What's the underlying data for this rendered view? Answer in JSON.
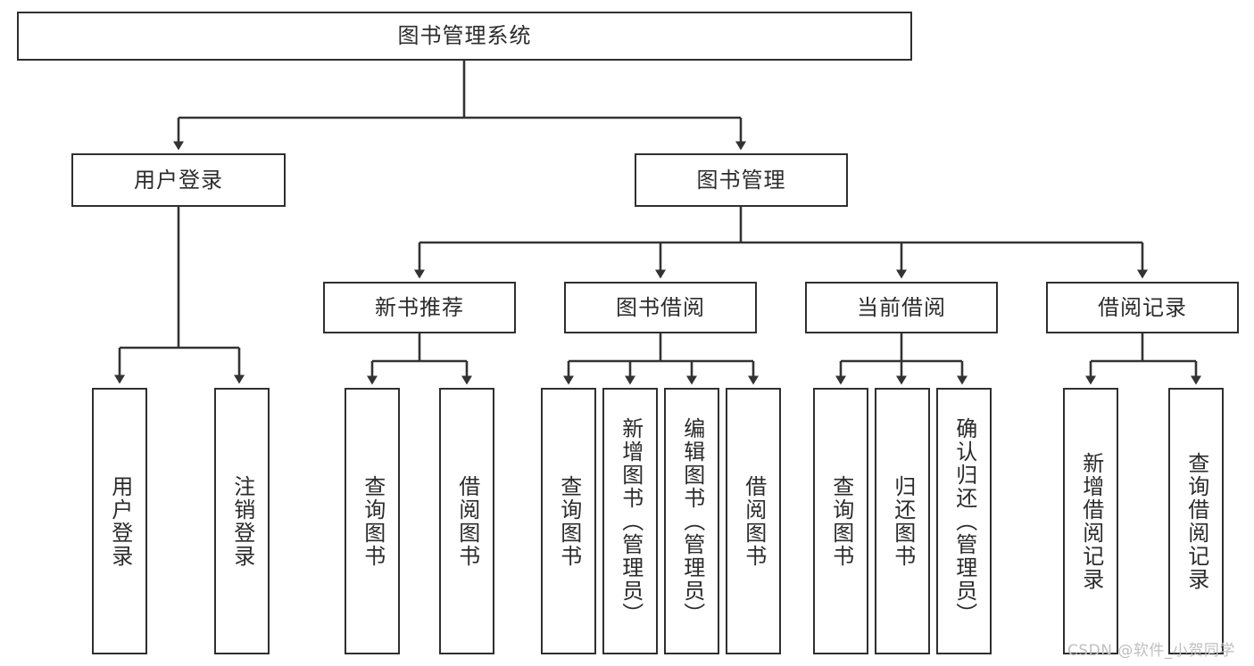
{
  "diagram": {
    "type": "tree",
    "title": "图书管理系统",
    "root": {
      "id": "root",
      "label": "图书管理系统"
    },
    "level2": [
      {
        "id": "user-login",
        "label": "用户登录"
      },
      {
        "id": "book-manage",
        "label": "图书管理"
      }
    ],
    "level3": [
      {
        "id": "new-book-recommend",
        "label": "新书推荐",
        "parent": "book-manage"
      },
      {
        "id": "book-borrow",
        "label": "图书借阅",
        "parent": "book-manage"
      },
      {
        "id": "current-borrow",
        "label": "当前借阅",
        "parent": "book-manage"
      },
      {
        "id": "borrow-record",
        "label": "借阅记录",
        "parent": "book-manage"
      }
    ],
    "leaves": [
      {
        "id": "leaf-user-login",
        "label": "用户登录",
        "parent": "user-login"
      },
      {
        "id": "leaf-logout-login",
        "label": "注销登录",
        "parent": "user-login"
      },
      {
        "id": "leaf-query-book-1",
        "label": "查询图书",
        "parent": "new-book-recommend"
      },
      {
        "id": "leaf-borrow-book-1",
        "label": "借阅图书",
        "parent": "new-book-recommend"
      },
      {
        "id": "leaf-query-book-2",
        "label": "查询图书",
        "parent": "book-borrow"
      },
      {
        "id": "leaf-add-book",
        "label": "新增图书（管理员）",
        "parent": "book-borrow"
      },
      {
        "id": "leaf-edit-book",
        "label": "编辑图书（管理员）",
        "parent": "book-borrow"
      },
      {
        "id": "leaf-borrow-book-2",
        "label": "借阅图书",
        "parent": "book-borrow"
      },
      {
        "id": "leaf-query-book-3",
        "label": "查询图书",
        "parent": "current-borrow"
      },
      {
        "id": "leaf-return-book",
        "label": "归还图书",
        "parent": "current-borrow"
      },
      {
        "id": "leaf-confirm-return",
        "label": "确认归还（管理员）",
        "parent": "current-borrow"
      },
      {
        "id": "leaf-add-record",
        "label": "新增借阅记录",
        "parent": "borrow-record"
      },
      {
        "id": "leaf-query-record",
        "label": "查询借阅记录",
        "parent": "borrow-record"
      }
    ],
    "colors": {
      "node_border": "#2f2f2f",
      "node_fill": "#ffffff",
      "connector": "#333333",
      "text": "#2b2b2b",
      "watermark": "#bfbfbf",
      "background": "#ffffff"
    }
  },
  "watermark": {
    "text": "CSDN @软件_小贺同学"
  }
}
